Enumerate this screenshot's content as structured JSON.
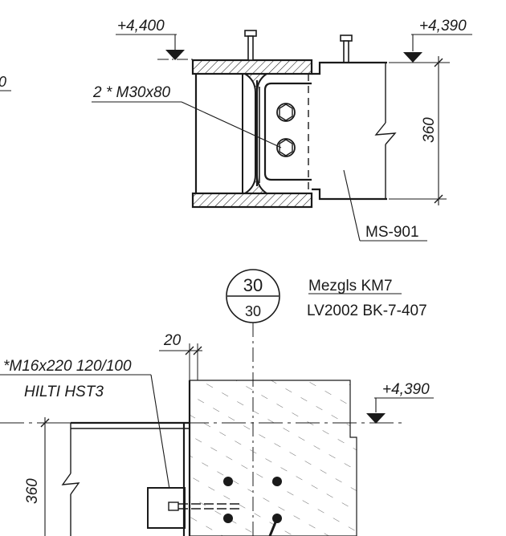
{
  "section_top": {
    "elev_left": "+4,400",
    "elev_right": "+4,390",
    "bolts": "2 * M30x80",
    "dim_height": "360",
    "beam_tag": "MS-901",
    "partial_left_label": "0"
  },
  "node": {
    "circle_top": "30",
    "circle_bottom": "30",
    "title": "Mezgls KM7",
    "reference": "LV2002 BK-7-407"
  },
  "section_bottom": {
    "dim_edge": "20",
    "anchor_spec": "*M16x220 120/100",
    "anchor_type": "HILTI  HST3",
    "elev": "+4,390",
    "dim_height": "360"
  },
  "colors": {
    "line": "#1a1a1a",
    "background": "#ffffff"
  }
}
